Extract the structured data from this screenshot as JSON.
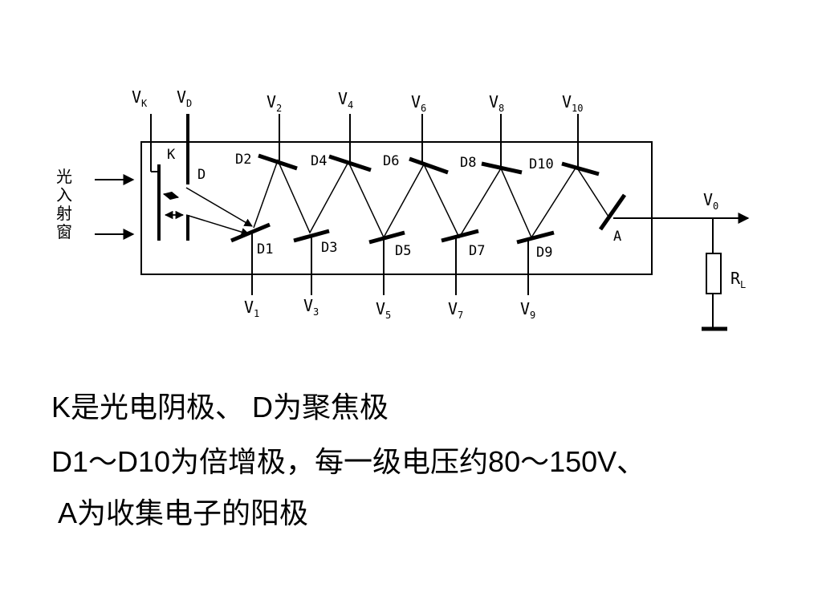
{
  "diagram": {
    "input_label_chars": [
      "光",
      "入",
      "射",
      "窗"
    ],
    "terminals": {
      "vk": {
        "base": "V",
        "sub": "K"
      },
      "vd": {
        "base": "V",
        "sub": "D"
      },
      "v2": {
        "base": "V",
        "sub": "2"
      },
      "v4": {
        "base": "V",
        "sub": "4"
      },
      "v6": {
        "base": "V",
        "sub": "6"
      },
      "v8": {
        "base": "V",
        "sub": "8"
      },
      "v10": {
        "base": "V",
        "sub": "10"
      },
      "v1": {
        "base": "V",
        "sub": "1"
      },
      "v3": {
        "base": "V",
        "sub": "3"
      },
      "v5": {
        "base": "V",
        "sub": "5"
      },
      "v7": {
        "base": "V",
        "sub": "7"
      },
      "v9": {
        "base": "V",
        "sub": "9"
      },
      "v0": {
        "base": "V",
        "sub": "0"
      },
      "rl": {
        "base": "R",
        "sub": "L"
      }
    },
    "labels": {
      "k": "K",
      "d": "D",
      "a": "A",
      "d1": "D1",
      "d2": "D2",
      "d3": "D3",
      "d4": "D4",
      "d5": "D5",
      "d6": "D6",
      "d7": "D7",
      "d8": "D8",
      "d9": "D9",
      "d10": "D10"
    }
  },
  "caption": {
    "line1": "K是光电阴极、 D为聚焦极",
    "line2": "D1～D10为倍增极，每一级电压约80～150V、",
    "line3": "A为收集电子的阳极"
  }
}
